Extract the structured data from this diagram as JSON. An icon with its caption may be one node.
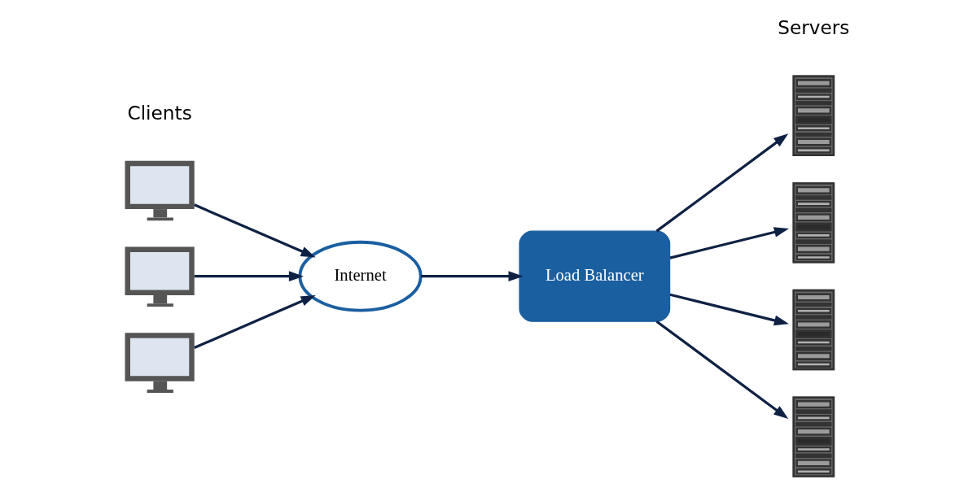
{
  "diagram": {
    "nodes": [
      {
        "text": [],
        "shape": "picture"
      },
      {
        "text": [],
        "shape": "picture"
      },
      {
        "text": [],
        "shape": "picture"
      },
      {
        "text": [
          "Internet"
        ]
      },
      {
        "text": [
          "Load Balancer"
        ]
      },
      {
        "text": [],
        "shape": "picture"
      },
      {
        "text": [],
        "shape": "picture"
      },
      {
        "text": [],
        "shape": "picture"
      },
      {
        "text": [],
        "shape": "picture"
      }
    ],
    "edges": [
      {
        "from": 0,
        "to": 3,
        "arrow": "to"
      },
      {
        "from": 1,
        "to": 3,
        "arrow": "to"
      },
      {
        "from": 2,
        "to": 3,
        "arrow": "to"
      },
      {
        "from": 3,
        "to": 4,
        "arrow": "to"
      },
      {
        "from": 4,
        "to": 5,
        "arrow": "to"
      },
      {
        "from": 4,
        "to": 6,
        "arrow": "to"
      },
      {
        "from": 4,
        "to": 7,
        "arrow": "to"
      },
      {
        "from": 4,
        "to": 8,
        "arrow": "to"
      }
    ],
    "labels": [
      "Clients",
      "Servers"
    ]
  }
}
